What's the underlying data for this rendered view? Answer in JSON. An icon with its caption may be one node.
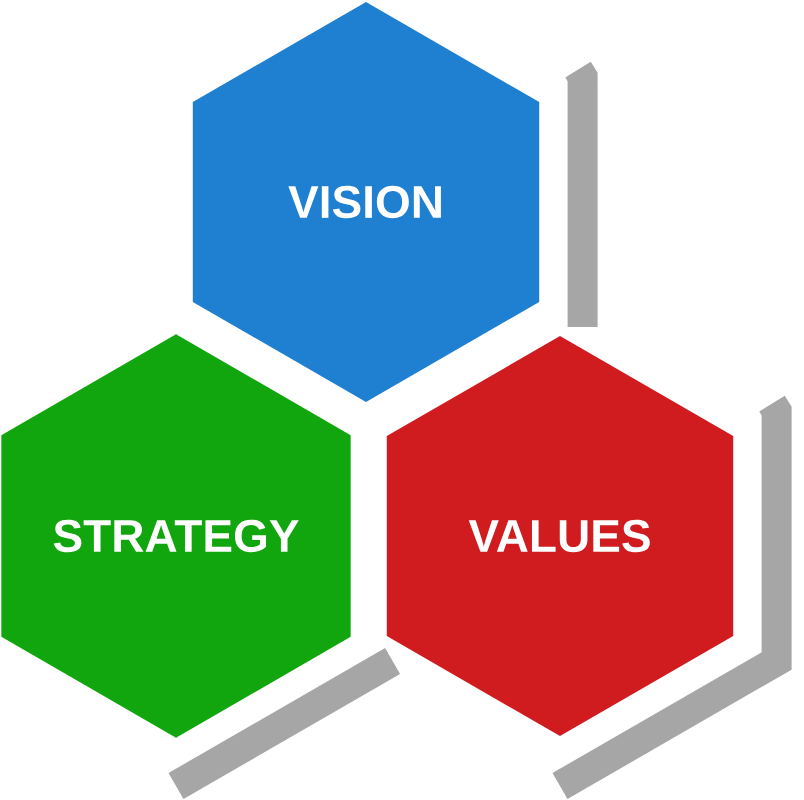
{
  "diagram": {
    "nodes": [
      {
        "text": [
          "VISION"
        ]
      },
      {
        "text": [
          "STRATEGY"
        ]
      },
      {
        "text": [
          "VALUES"
        ]
      }
    ]
  }
}
